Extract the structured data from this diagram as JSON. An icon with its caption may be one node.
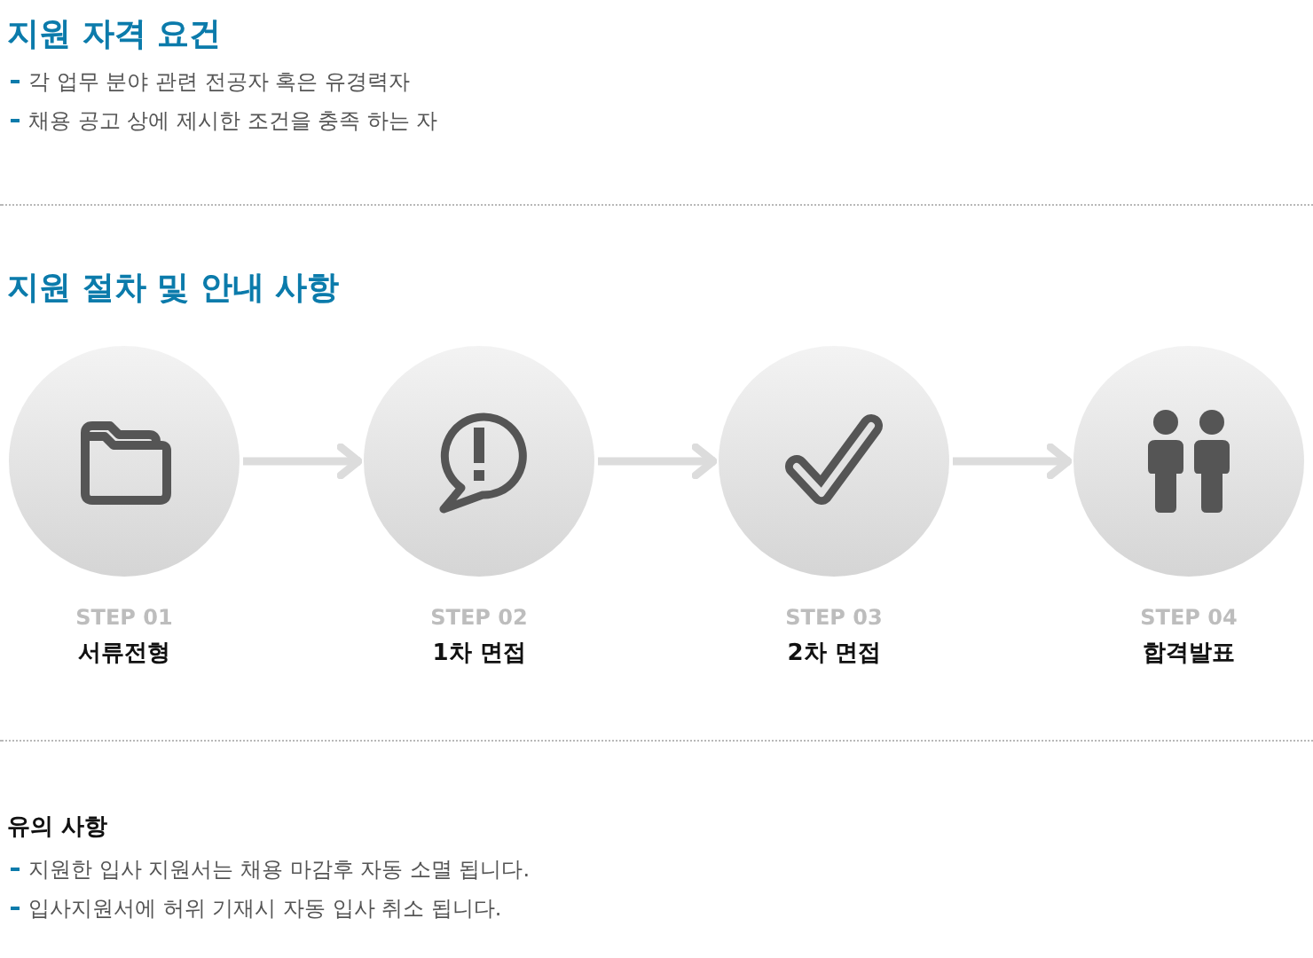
{
  "diagram": {
    "nodes": [
      {
        "text": [],
        "shape": "circle",
        "beside": [
          "STEP 01",
          "서류전형"
        ]
      },
      {
        "text": [],
        "shape": "circle",
        "beside": [
          "STEP 02",
          "1차 면접"
        ]
      },
      {
        "text": [],
        "shape": "circle",
        "beside": [
          "STEP 03",
          "2차 면접"
        ]
      },
      {
        "text": [],
        "shape": "circle",
        "beside": [
          "STEP 04",
          "합격발표"
        ]
      }
    ],
    "edges": [
      {
        "from": 0,
        "to": 1,
        "arrow": "to"
      },
      {
        "from": 1,
        "to": 2,
        "arrow": "to"
      },
      {
        "from": 2,
        "to": 3,
        "arrow": "to"
      }
    ],
    "labels": [
      "지원 자격 요건",
      "각 업무 분야 관련 전공자 혹은 유경력자",
      "채용 공고 상에 제시한 조건을 충족 하는 자",
      "지원 절차 및 안내 사항",
      "유의 사항",
      "지원한 입사 지원서는 채용 마감후 자동 소멸 됩니다.",
      "입사지원서에 허위 기재시 자동 입사 취소 됩니다."
    ]
  }
}
